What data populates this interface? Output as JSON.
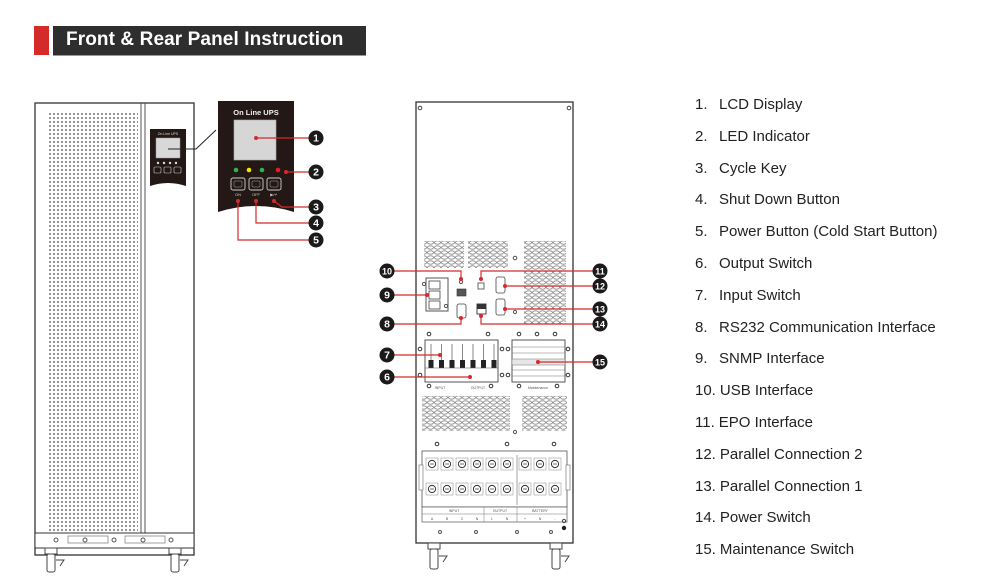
{
  "header": {
    "title": "Front & Rear Panel Instruction",
    "accent_color": "#d42a2a",
    "bar_color": "#2e2e2e"
  },
  "front_panel": {
    "display_title": "On Line UPS",
    "mini_display_title": "On Line UPS",
    "led_colors": [
      "#2fb34a",
      "#f2e600",
      "#2fb34a",
      "#e02020"
    ],
    "button_labels": [
      "ON",
      "OFF",
      "▶/↵"
    ]
  },
  "rear_panel": {
    "breaker_labels": {
      "input": "INPUT",
      "output": "OUTPUT",
      "maintenance": "Maintenance"
    },
    "terminal_groups": [
      {
        "name": "INPUT",
        "terminals": [
          "A",
          "B",
          "C",
          "N"
        ]
      },
      {
        "name": "OUTPUT",
        "terminals": [
          "L",
          "N"
        ]
      },
      {
        "name": "BATTERY",
        "terminals": [
          "+",
          "N",
          "-"
        ]
      }
    ]
  },
  "callouts": {
    "color": "#d42a2a",
    "badge_color": "#1a1a1a",
    "numbers": [
      "1",
      "2",
      "3",
      "4",
      "5",
      "6",
      "7",
      "8",
      "9",
      "10",
      "11",
      "12",
      "13",
      "14",
      "15"
    ]
  },
  "legend": {
    "items": [
      {
        "num": "1.",
        "label": "LCD Display"
      },
      {
        "num": "2.",
        "label": "LED Indicator"
      },
      {
        "num": "3.",
        "label": "Cycle Key"
      },
      {
        "num": "4.",
        "label": "Shut Down Button"
      },
      {
        "num": "5.",
        "label": "Power Button (Cold Start Button)"
      },
      {
        "num": "6.",
        "label": "Output Switch"
      },
      {
        "num": "7.",
        "label": "Input Switch"
      },
      {
        "num": "8.",
        "label": "RS232 Communication Interface"
      },
      {
        "num": "9.",
        "label": "SNMP Interface"
      },
      {
        "num": "10.",
        "label": "USB Interface"
      },
      {
        "num": "11.",
        "label": "EPO Interface"
      },
      {
        "num": "12.",
        "label": "Parallel Connection 2"
      },
      {
        "num": "13.",
        "label": "Parallel Connection 1"
      },
      {
        "num": "14.",
        "label": "Power Switch"
      },
      {
        "num": "15.",
        "label": "Maintenance Switch"
      }
    ]
  }
}
